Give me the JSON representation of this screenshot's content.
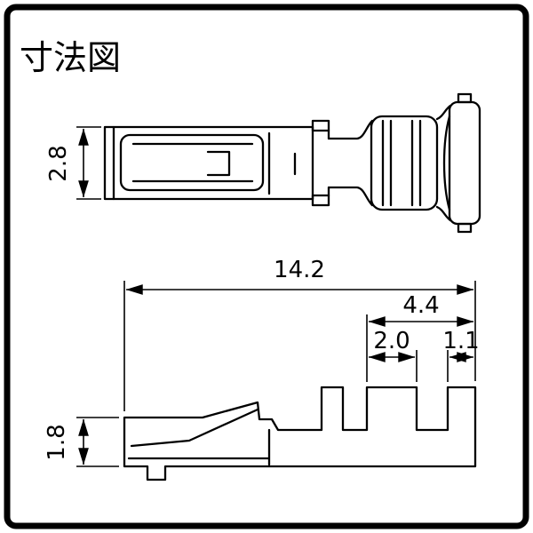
{
  "title": "寸法図",
  "dimensions": {
    "top_view_height": "2.8",
    "overall_length": "14.2",
    "crimp_section_length": "4.4",
    "wire_crimp_length": "2.0",
    "insulation_crimp_length": "1.1",
    "side_view_height": "1.8"
  }
}
